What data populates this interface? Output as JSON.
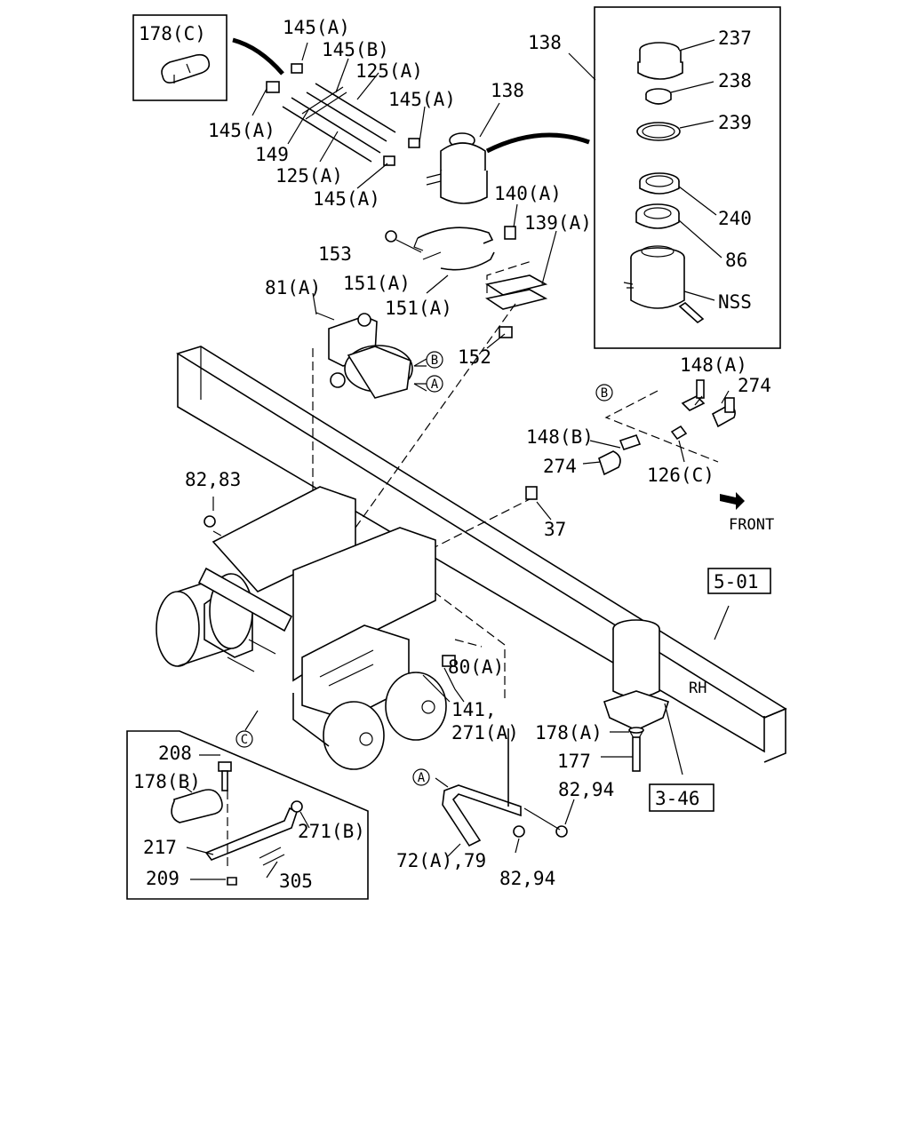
{
  "labels": {
    "l178c": "178(C)",
    "l145a_1": "145(A)",
    "l145b": "145(B)",
    "l125a_1": "125(A)",
    "l145a_2": "145(A)",
    "l145a_3": "145(A)",
    "l149": "149",
    "l125a_2": "125(A)",
    "l145a_4": "145(A)",
    "l138_1": "138",
    "l138_2": "138",
    "l237": "237",
    "l238": "238",
    "l239": "239",
    "l240": "240",
    "l86": "86",
    "lnss": "NSS",
    "l140a": "140(A)",
    "l139a": "139(A)",
    "l153": "153",
    "l151a_1": "151(A)",
    "l151a_2": "151(A)",
    "l81a": "81(A)",
    "l152": "152",
    "l148a": "148(A)",
    "l274_1": "274",
    "l148b": "148(B)",
    "l274_2": "274",
    "l126c": "126(C)",
    "lfront": "FRONT",
    "l8283": "82,83",
    "l37": "37",
    "l501": "5-01",
    "l80a": "80(A)",
    "lrh": "RH",
    "l141": "141,",
    "l271a": "271(A)",
    "l178a": "178(A)",
    "l177": "177",
    "l8294_1": "82,94",
    "l346": "3-46",
    "l208": "208",
    "l178b": "178(B)",
    "l271b": "271(B)",
    "l217": "217",
    "l305": "305",
    "l209": "209",
    "l72a79": "72(A),79",
    "l8294_2": "82,94",
    "cA": "A",
    "cB": "B",
    "cC": "C"
  }
}
